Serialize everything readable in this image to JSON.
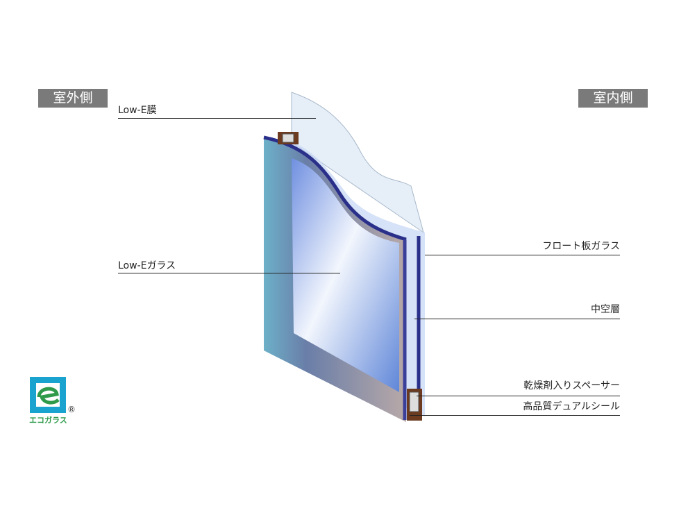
{
  "sides": {
    "outdoor": "室外側",
    "indoor": "室内側"
  },
  "labels_left": {
    "lowe_film": "Low-E膜",
    "lowe_glass": "Low-Eガラス"
  },
  "labels_right": {
    "float_glass": "フロート板ガラス",
    "hollow_layer": "中空層",
    "spacer": "乾燥剤入りスペーサー",
    "seal": "高品質デュアルシール"
  },
  "logo": {
    "text": "エコガラス",
    "registered": "®"
  },
  "colors": {
    "tag_bg": "#7a7a7a",
    "glass_edge": "#2a2f8a",
    "logo_blue": "#1ba3d0",
    "logo_green": "#2e9a4a"
  }
}
